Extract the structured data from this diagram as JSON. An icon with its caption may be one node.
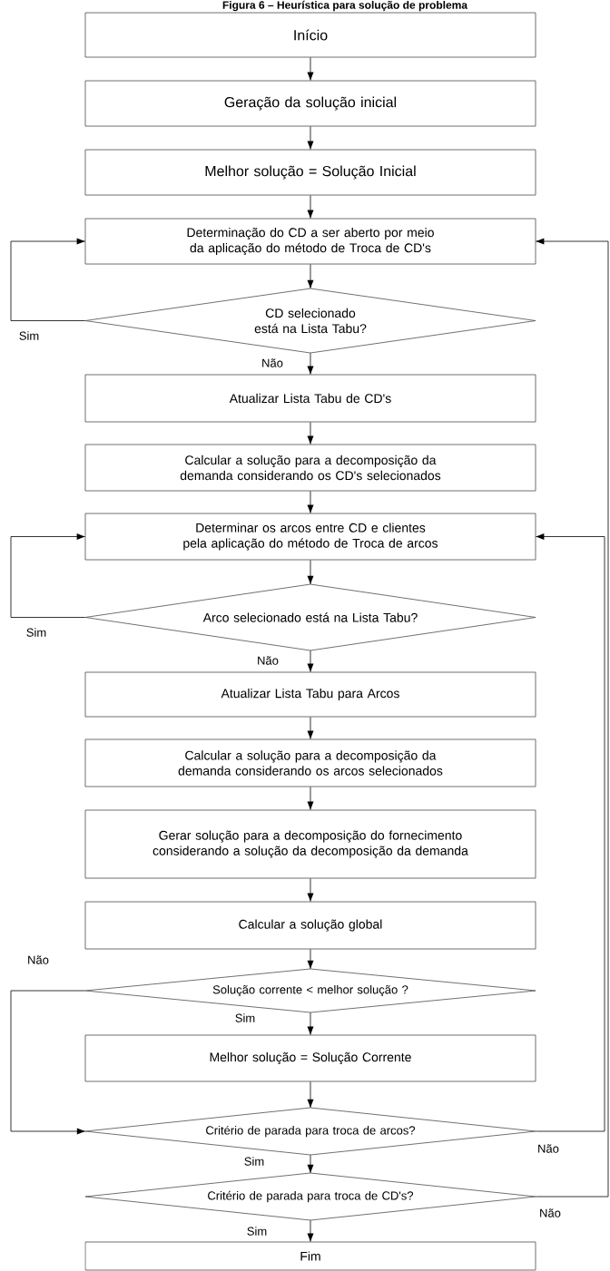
{
  "diagram": {
    "title": "Figura 6 – Heurística para solução de problema",
    "nodes": [
      {
        "text": [
          "Início"
        ]
      },
      {
        "text": [
          "Geração da solução inicial"
        ]
      },
      {
        "text": [
          "Melhor solução = Solução Inicial"
        ]
      },
      {
        "text": [
          "Determinação do CD a ser aberto por meio da aplicação do método de Troca de CD's"
        ]
      },
      {
        "text": [
          "CD selecionado está na Lista Tabu?"
        ]
      },
      {
        "text": [
          "Atualizar Lista Tabu de CD's"
        ]
      },
      {
        "text": [
          "Calcular a solução para a decomposição da demanda considerando os CD's selecionados"
        ]
      },
      {
        "text": [
          "Determinar os arcos entre CD e clientes pela aplicação do método de Troca de arcos"
        ]
      },
      {
        "text": [
          "Arco selecionado está na Lista Tabu?"
        ]
      },
      {
        "text": [
          "Atualizar Lista Tabu para Arcos"
        ]
      },
      {
        "text": [
          "Calcular a solução para a decomposição da demanda considerando os arcos selecionados"
        ]
      },
      {
        "text": [
          "Gerar solução para a decomposição do fornecimento considerando a solução da decomposição da demanda"
        ]
      },
      {
        "text": [
          "Calcular a solução global"
        ]
      },
      {
        "text": [
          "Solução corrente < melhor solução ?"
        ]
      },
      {
        "text": [
          "Melhor solução = Solução Corrente"
        ]
      },
      {
        "text": [
          "Critério de parada para troca de arcos?"
        ]
      },
      {
        "text": [
          "Critério de parada para troca de CD's?"
        ]
      },
      {
        "text": [
          "Fim"
        ]
      }
    ],
    "edges": [
      {
        "from": 0,
        "to": 1,
        "arrow": "to"
      },
      {
        "from": 1,
        "to": 2,
        "arrow": "to"
      },
      {
        "from": 2,
        "to": 3,
        "arrow": "to"
      },
      {
        "from": 3,
        "to": 4,
        "arrow": "to"
      },
      {
        "from": 4,
        "to": 3,
        "arrow": "to",
        "label": "Sim"
      },
      {
        "from": 4,
        "to": 5,
        "arrow": "to",
        "label": "Não"
      },
      {
        "from": 5,
        "to": 6,
        "arrow": "to"
      },
      {
        "from": 6,
        "to": 7,
        "arrow": "to"
      },
      {
        "from": 7,
        "to": 8,
        "arrow": "to"
      },
      {
        "from": 8,
        "to": 7,
        "arrow": "to",
        "label": "Sim"
      },
      {
        "from": 8,
        "to": 9,
        "arrow": "to",
        "label": "Não"
      },
      {
        "from": 9,
        "to": 10,
        "arrow": "to"
      },
      {
        "from": 10,
        "to": 11,
        "arrow": "to"
      },
      {
        "from": 11,
        "to": 12,
        "arrow": "to"
      },
      {
        "from": 12,
        "to": 13,
        "arrow": "to"
      },
      {
        "from": 13,
        "to": 15,
        "arrow": "to",
        "label": "Não"
      },
      {
        "from": 13,
        "to": 14,
        "arrow": "to",
        "label": "Sim"
      },
      {
        "from": 14,
        "to": 15,
        "arrow": "to"
      },
      {
        "from": 15,
        "to": 7,
        "arrow": "to",
        "label": "Não"
      },
      {
        "from": 15,
        "to": 16,
        "arrow": "to",
        "label": "Sim"
      },
      {
        "from": 16,
        "to": 3,
        "arrow": "to",
        "label": "Não"
      },
      {
        "from": 16,
        "to": 17,
        "arrow": "to",
        "label": "Sim"
      }
    ]
  }
}
